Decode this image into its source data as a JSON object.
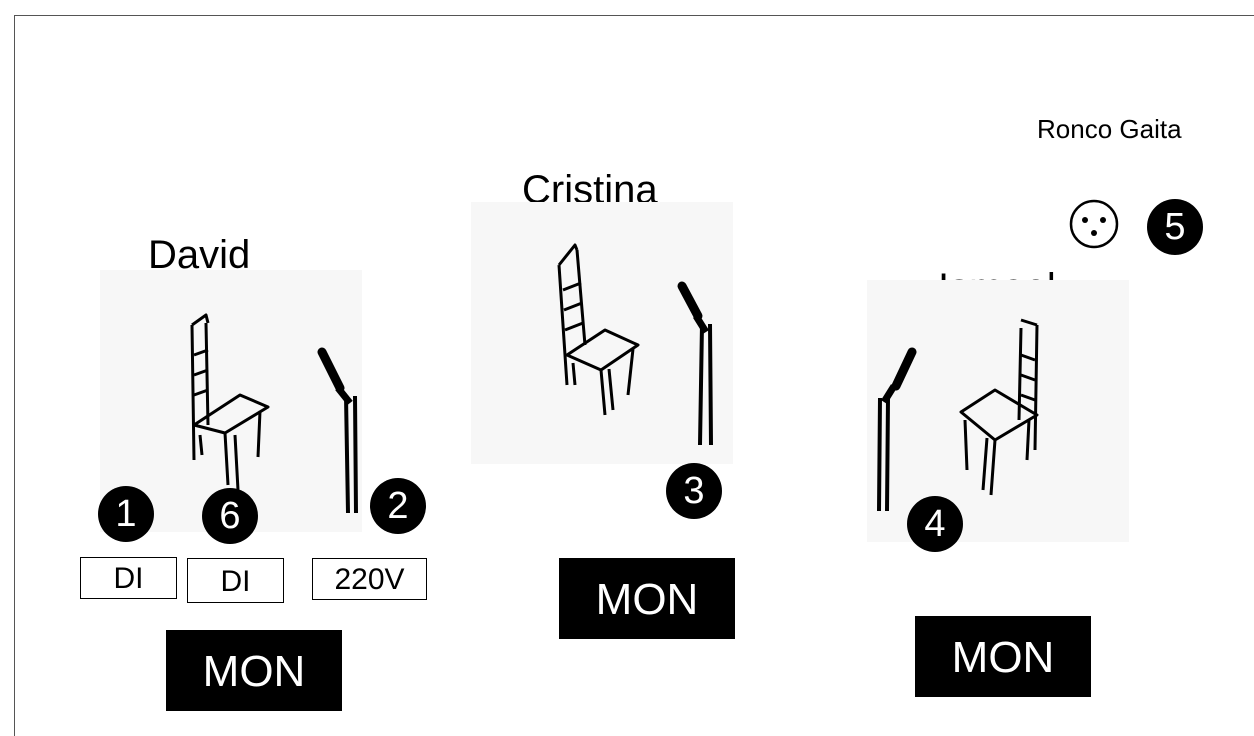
{
  "labels": {
    "ronco": "Ronco Gaita",
    "david": "David",
    "cristina": "Cristina",
    "ismael": "Ismael"
  },
  "badges": {
    "b1": "1",
    "b2": "2",
    "b3": "3",
    "b4": "4",
    "b5": "5",
    "b6": "6"
  },
  "boxes": {
    "di1": "DI",
    "di2": "DI",
    "v220": "220V"
  },
  "monitors": {
    "david": "MON",
    "cristina": "MON",
    "ismael": "MON"
  },
  "icons": {
    "chair": "chair-icon",
    "mic": "microphone-stand-icon",
    "xlr": "xlr-connector-icon"
  }
}
